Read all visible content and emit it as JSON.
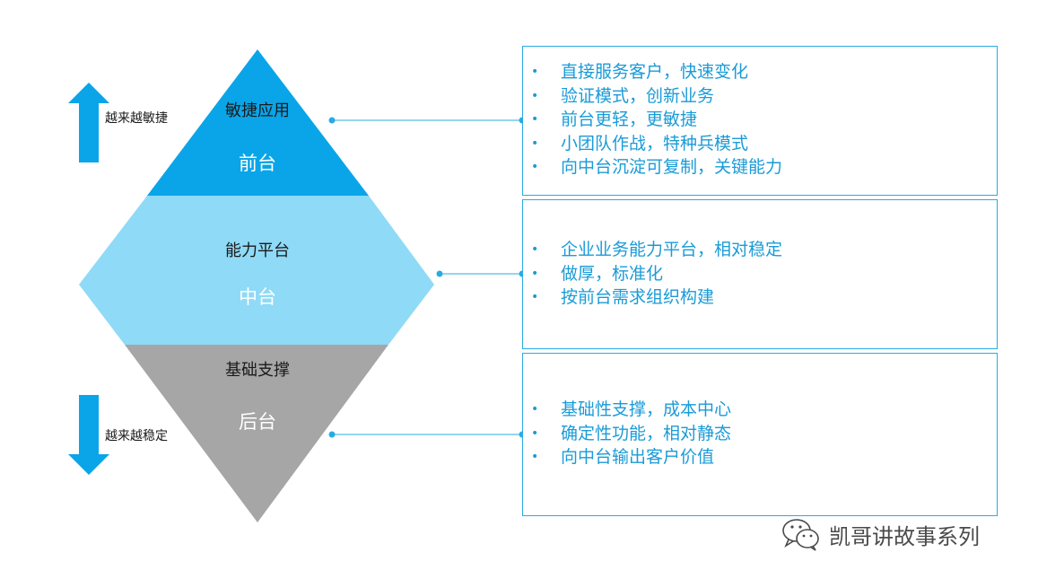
{
  "layers": {
    "front": {
      "title": "敏捷应用",
      "name": "前台",
      "color": "#0aa5e8",
      "points": [
        "直接服务客户，快速变化",
        "验证模式，创新业务",
        "前台更轻，更敏捷",
        "小团队作战，特种兵模式",
        "向中台沉淀可复制，关键能力"
      ]
    },
    "middle": {
      "title": "能力平台",
      "name": "中台",
      "color": "#8fdaf7",
      "points": [
        "企业业务能力平台，相对稳定",
        "做厚，标准化",
        "按前台需求组织构建"
      ]
    },
    "back": {
      "title": "基础支撑",
      "name": "后台",
      "color": "#a6a6a6",
      "points": [
        "基础性支撑，成本中心",
        "确定性功能，相对静态",
        "向中台输出客户价值"
      ]
    }
  },
  "arrows": {
    "up_label": "越来越敏捷",
    "down_label": "越来越稳定",
    "color": "#0aa5e8"
  },
  "accent_color": "#29abe2",
  "bullet_glyph": "•",
  "watermark": {
    "text": "凯哥讲故事系列",
    "icon": "wechat-icon"
  }
}
